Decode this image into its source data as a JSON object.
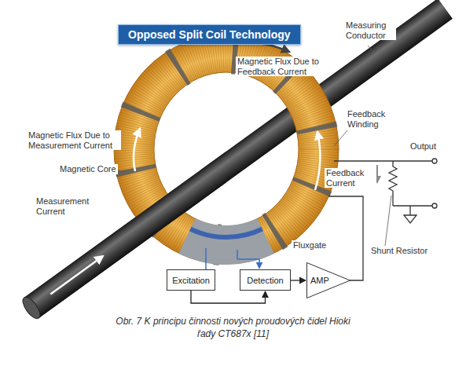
{
  "diagram": {
    "title": "Opposed Split Coil Technology",
    "caption": "Obr. 7 K principu činnosti nových proudových čidel Hioki řady CT687x [11]",
    "nodes": [
      {
        "text": [
          "Excitation"
        ]
      },
      {
        "text": [
          "Detection"
        ]
      },
      {
        "text": [
          "AMP"
        ]
      }
    ],
    "edges": [
      {
        "from": 0,
        "to": 1,
        "arrow": "to"
      },
      {
        "from": 1,
        "to": 2,
        "arrow": "to"
      }
    ],
    "labels": [
      "Measuring Conductor",
      "Magnetic Flux Due to Feedback Current",
      "Magnetic Flux Due to Measurement Current",
      "Magnetic Core",
      "Feedback Winding",
      "Output",
      "Feedback Current",
      "Measurement Current",
      "Fluxgate",
      "Shunt Resistor"
    ]
  }
}
